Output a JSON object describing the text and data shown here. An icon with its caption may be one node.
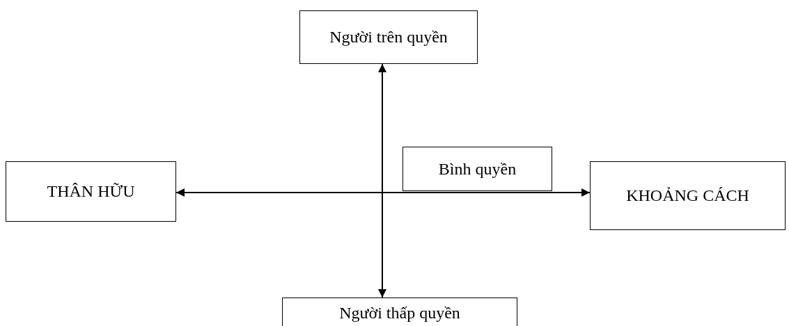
{
  "diagram": {
    "nodes": [
      {
        "text": [
          "Người trên quyền"
        ]
      },
      {
        "text": [
          "THÂN HỮU"
        ]
      },
      {
        "text": [
          "Bình quyền"
        ]
      },
      {
        "text": [
          "KHOẢNG CÁCH"
        ]
      },
      {
        "text": [
          "Người thấp quyền"
        ]
      }
    ],
    "edges": [
      {
        "from": 1,
        "to": 3,
        "arrow": "both"
      },
      {
        "from": 0,
        "to": 4,
        "arrow": "both"
      }
    ]
  }
}
